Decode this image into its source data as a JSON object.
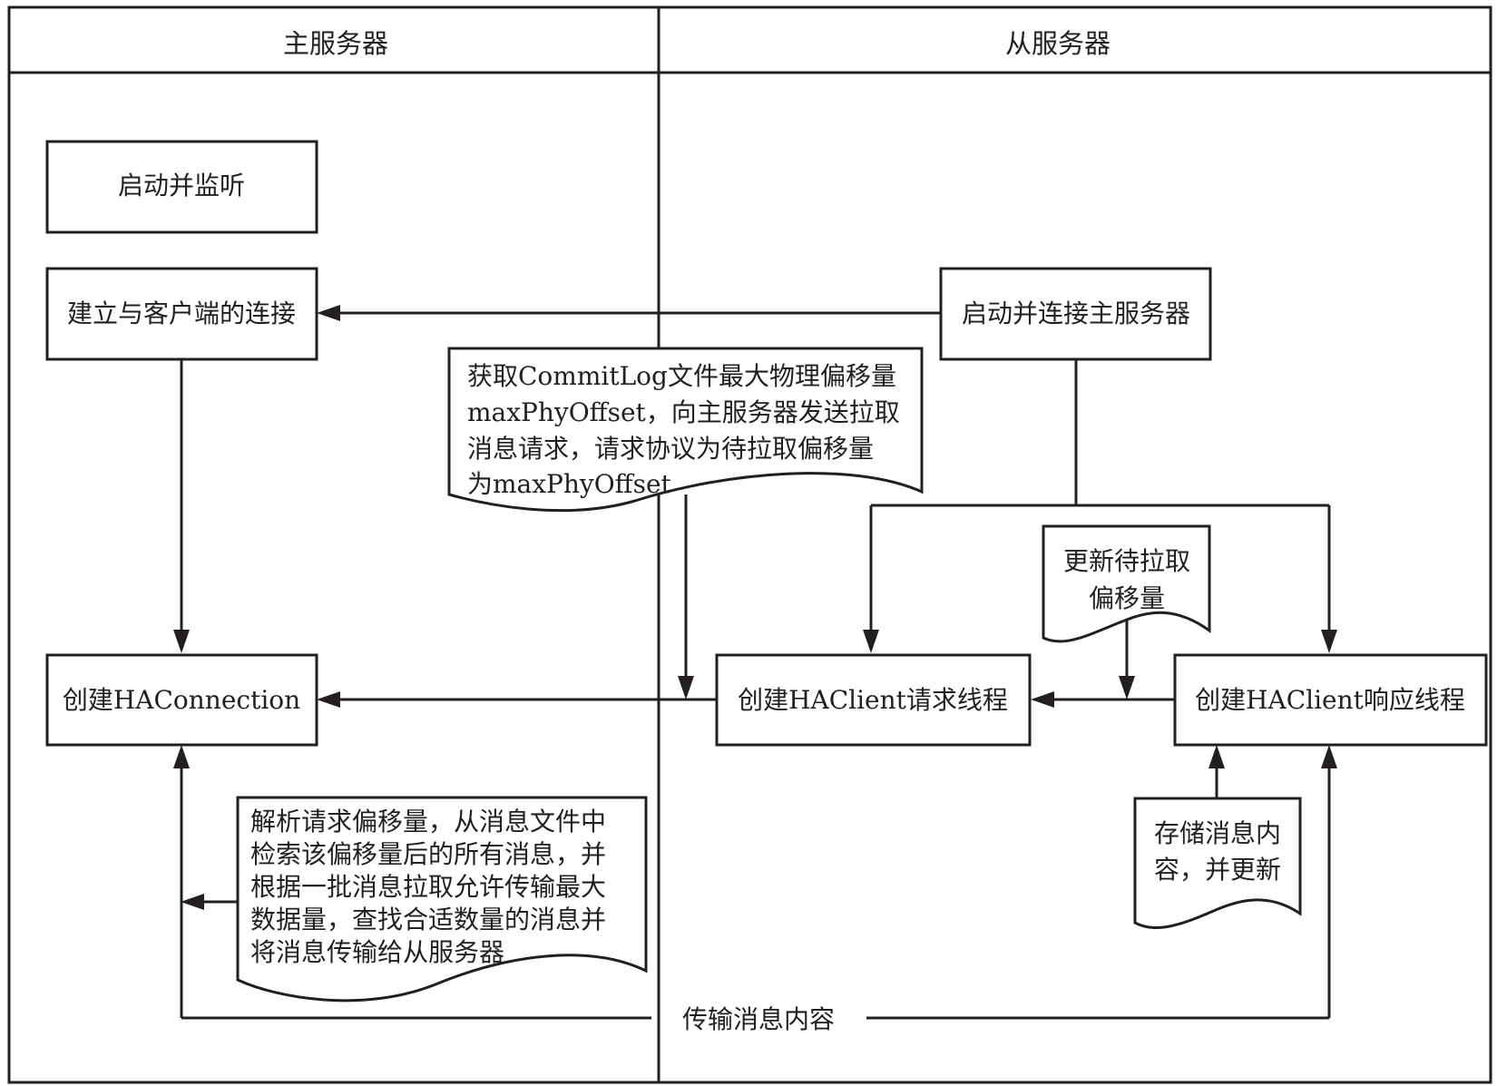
{
  "lanes": {
    "master": "主服务器",
    "slave": "从服务器"
  },
  "nodes": {
    "start_listen": "启动并监听",
    "establish_conn": "建立与客户端的连接",
    "create_haconnection": "创建HAConnection",
    "start_connect_master": "启动并连接主服务器",
    "create_request_thread": "创建HAClient请求线程",
    "create_response_thread": "创建HAClient响应线程"
  },
  "notes": {
    "get_offset": [
      "获取CommitLog文件最大物理偏移量",
      "maxPhyOffset，向主服务器发送拉取",
      "消息请求，请求协议为待拉取偏移量",
      "为maxPhyOffset"
    ],
    "update_offset": [
      "更新待拉取",
      "偏移量"
    ],
    "parse_request": [
      "解析请求偏移量，从消息文件中",
      "检索该偏移量后的所有消息，并",
      "根据一批消息拉取允许传输最大",
      "数据量，查找合适数量的消息并",
      "将消息传输给从服务器"
    ],
    "store_message": [
      "存储消息内",
      "容，并更新"
    ]
  },
  "edges": {
    "transfer_message": "传输消息内容"
  }
}
